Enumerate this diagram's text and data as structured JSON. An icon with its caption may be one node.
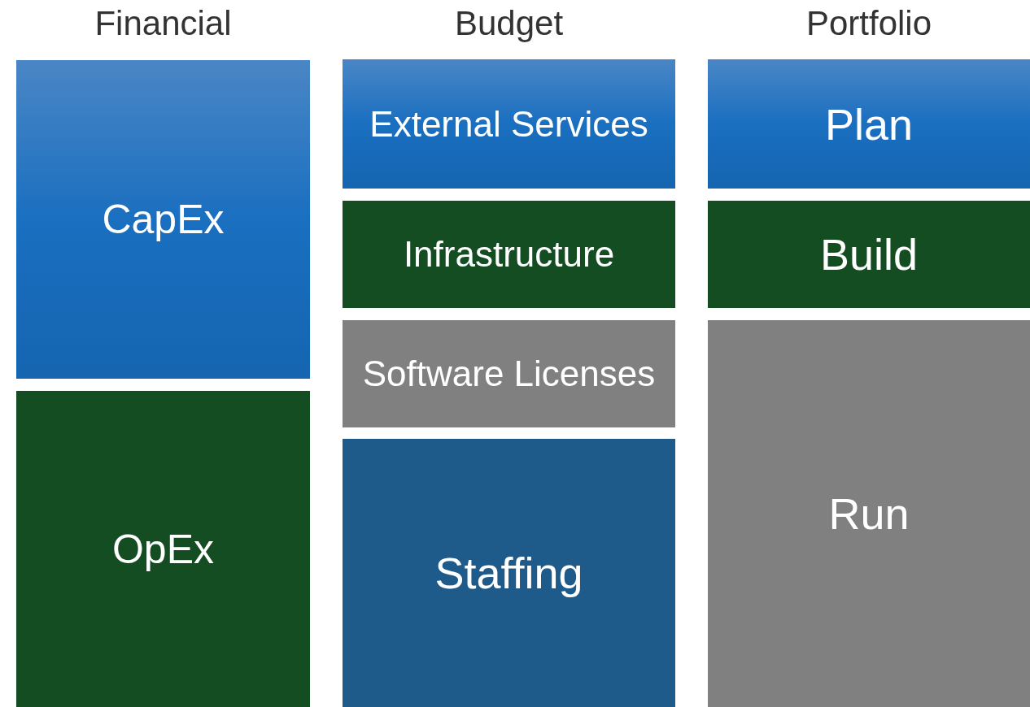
{
  "diagram": {
    "nodes": [
      {
        "text": [
          "CapEx"
        ]
      },
      {
        "text": [
          "OpEx"
        ]
      },
      {
        "text": [
          "External Services"
        ]
      },
      {
        "text": [
          "Infrastructure"
        ]
      },
      {
        "text": [
          "Software Licenses"
        ]
      },
      {
        "text": [
          "Staffing"
        ]
      },
      {
        "text": [
          "Plan"
        ]
      },
      {
        "text": [
          "Build"
        ]
      },
      {
        "text": [
          "Run"
        ]
      }
    ],
    "labels": [
      "Financial",
      "Budget",
      "Portfolio"
    ]
  }
}
